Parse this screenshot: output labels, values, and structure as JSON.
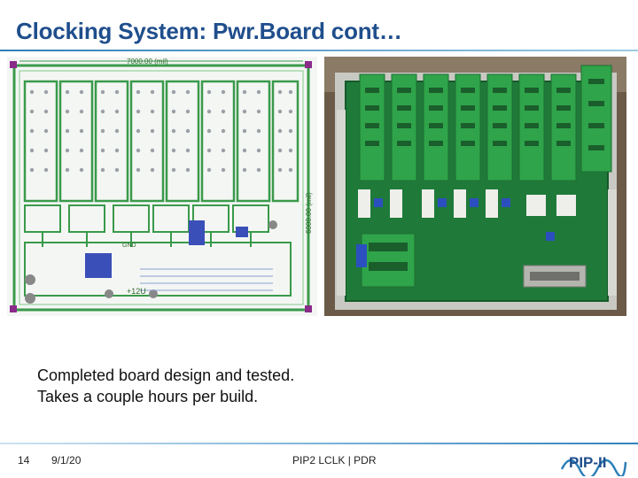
{
  "slide": {
    "title": "Clocking System: Pwr.Board cont…",
    "body_lines": [
      "Completed board design and tested.",
      "Takes a couple hours per build."
    ]
  },
  "pcb_layout": {
    "width_label": "7000.00 (mil)",
    "height_label": "6000.00 (mil)",
    "rail_label": "+12U",
    "gnd_label": "GND"
  },
  "footer": {
    "slide_number": "14",
    "date": "9/1/20",
    "center_text": "PIP2 LCLK | PDR",
    "logo_text": "PIP-II"
  },
  "colors": {
    "title": "#1f4e8c",
    "board_green": "#2e8b57",
    "connector_green": "#2f9e4a",
    "accent_blue": "#2c7fb8"
  }
}
